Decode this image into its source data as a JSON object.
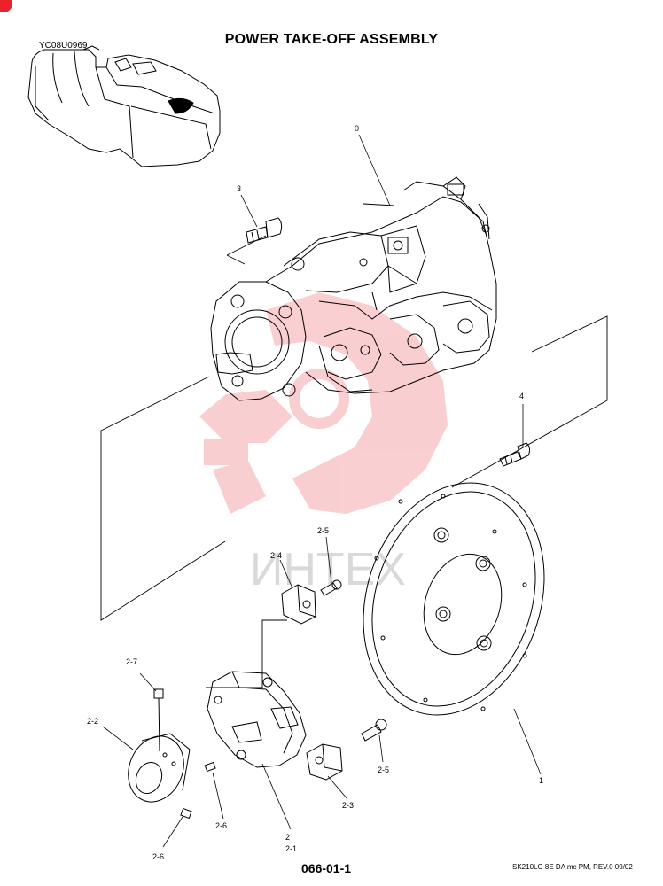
{
  "header": {
    "title": "POWER TAKE-OFF ASSEMBLY",
    "view_code": "YC08U0969"
  },
  "watermark": {
    "text": "ИНТЕХ",
    "color": "#e8232c"
  },
  "callouts": {
    "c0": "0",
    "c1": "1",
    "c2": "2",
    "c2_1": "2-1",
    "c2_2": "2-2",
    "c2_3": "2-3",
    "c2_4": "2-4",
    "c2_5a": "2-5",
    "c2_5b": "2-5",
    "c2_6a": "2-6",
    "c2_6b": "2-6",
    "c2_7": "2-7",
    "c3": "3",
    "c4": "4"
  },
  "footer": {
    "page_number": "066-01-1",
    "model_ref": "SK210LC-8E DA mc PM,  REV.0 09/02"
  },
  "colors": {
    "badge": "#e8232c",
    "line": "#000000"
  }
}
